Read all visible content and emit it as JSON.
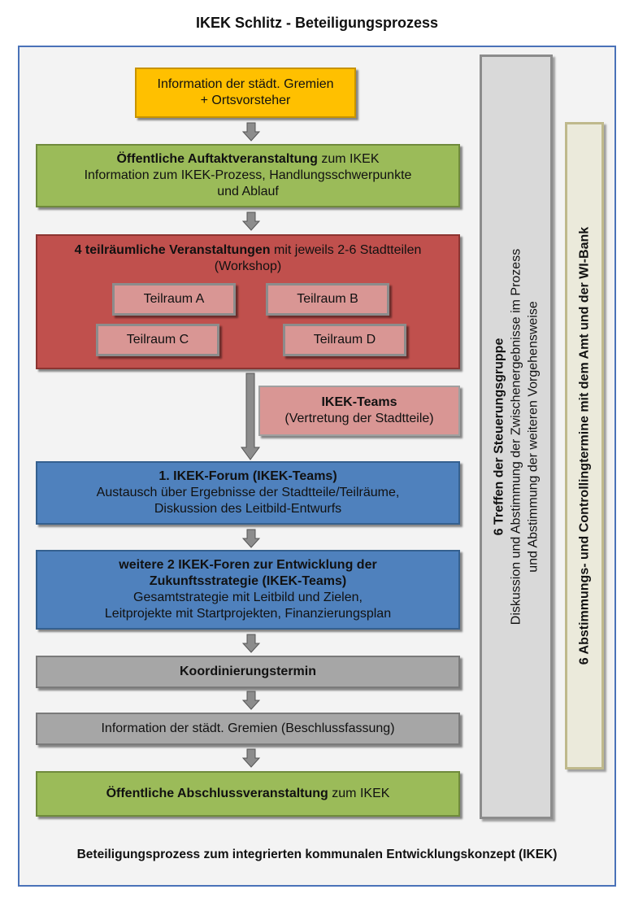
{
  "title": "IKEK Schlitz - Beteiligungsprozess",
  "footer": "Beteiligungsprozess zum integrierten kommunalen Entwicklungskonzept (IKEK)",
  "colors": {
    "orange": "#ffc000",
    "green": "#9bbb59",
    "red": "#c0504d",
    "pink": "#d99694",
    "blue": "#4f81bd",
    "grey": "#a6a6a6",
    "frame_border": "#4a72b8",
    "khaki_border": "#bfb98c"
  },
  "steps": {
    "info_gremien": {
      "line1": "Information der städt. Gremien",
      "line2": "+ Ortsvorsteher"
    },
    "auftakt": {
      "bold": "Öffentliche Auftaktveranstaltung",
      "rest": " zum IKEK",
      "line2": "Information zum IKEK-Prozess, Handlungsschwerpunkte",
      "line3": "und Ablauf"
    },
    "teilraeume": {
      "bold": "4 teilräumliche Veranstaltungen",
      "rest": " mit jeweils 2-6 Stadtteilen",
      "line2": "(Workshop)",
      "items": [
        "Teilraum A",
        "Teilraum B",
        "Teilraum C",
        "Teilraum D"
      ]
    },
    "ikek_teams": {
      "title": "IKEK-Teams",
      "subtitle": "(Vertretung der Stadtteile)"
    },
    "forum1": {
      "title": "1. IKEK-Forum (IKEK-Teams)",
      "line2": "Austausch über Ergebnisse der Stadtteile/Teilräume,",
      "line3": "Diskussion des Leitbild-Entwurfs"
    },
    "foren2": {
      "title1": "weitere 2 IKEK-Foren zur Entwicklung der",
      "title2": "Zukunftsstrategie (IKEK-Teams)",
      "line3": "Gesamtstrategie mit Leitbild und Zielen,",
      "line4": "Leitprojekte mit Startprojekten, Finanzierungsplan"
    },
    "koordinierung": "Koordinierungstermin",
    "beschluss": "Information der städt. Gremien (Beschlussfassung)",
    "abschluss": {
      "bold": "Öffentliche Abschlussveranstaltung",
      "rest": " zum IKEK"
    }
  },
  "sidebar_steuerung": {
    "title": "6 Treffen der Steuerungsgruppe",
    "line2": "Diskussion und Abstimmung der Zwischenergebnisse im Prozess",
    "line3": "und Abstimmung der weiteren Vorgehensweise"
  },
  "sidebar_wibank": {
    "title": "6 Abstimmungs- und Controllingtermine mit dem Amt und der WI-Bank"
  }
}
